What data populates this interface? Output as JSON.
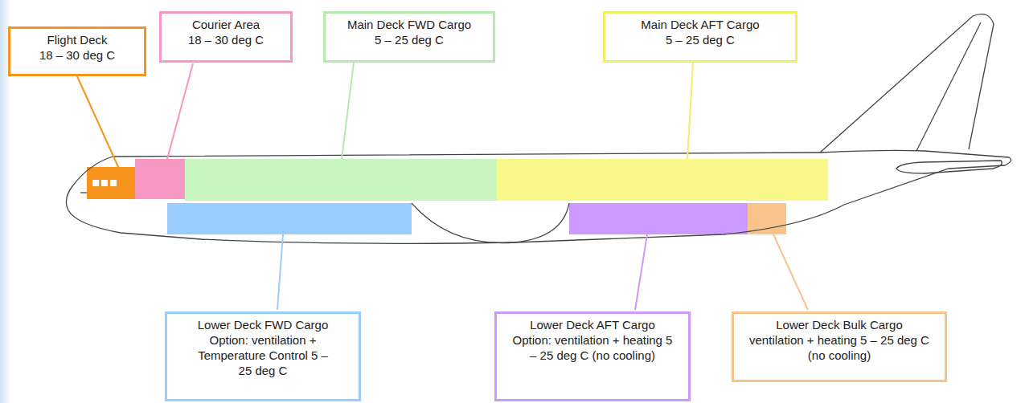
{
  "diagram": {
    "nodes": [
      {
        "text": [
          "Flight Deck",
          "18 – 30 deg C"
        ]
      },
      {
        "text": [
          "Courier Area",
          "18 – 30 deg C"
        ]
      },
      {
        "text": [
          "Main Deck FWD Cargo",
          "5 – 25 deg C"
        ]
      },
      {
        "text": [
          "Main Deck AFT Cargo",
          "5 – 25 deg C"
        ]
      },
      {
        "text": [
          "Lower Deck FWD Cargo",
          "Option: ventilation + Temperature Control 5 – 25 deg C"
        ]
      },
      {
        "text": [
          "Lower Deck AFT Cargo",
          "Option: ventilation + heating 5 – 25 deg C (no cooling)"
        ]
      },
      {
        "text": [
          "Lower Deck Bulk Cargo",
          "ventilation + heating 5 – 25 deg C (no cooling)"
        ]
      }
    ]
  }
}
